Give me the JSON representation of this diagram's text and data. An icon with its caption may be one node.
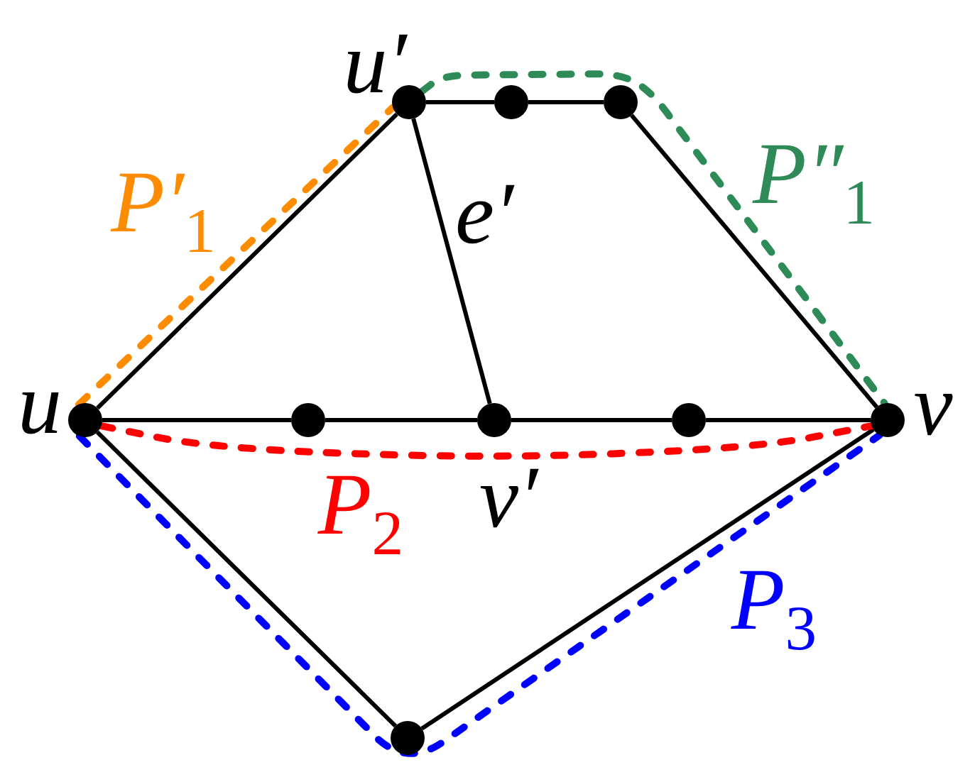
{
  "diagram": {
    "nodes": [
      {
        "text": [],
        "shape": "circle",
        "beside": [
          "u′"
        ]
      },
      {
        "text": [],
        "shape": "circle"
      },
      {
        "text": [],
        "shape": "circle"
      },
      {
        "text": [],
        "shape": "circle",
        "beside": [
          "u"
        ]
      },
      {
        "text": [],
        "shape": "circle"
      },
      {
        "text": [],
        "shape": "circle",
        "beside": [
          "v′"
        ]
      },
      {
        "text": [],
        "shape": "circle"
      },
      {
        "text": [],
        "shape": "circle",
        "beside": [
          "v"
        ]
      },
      {
        "text": [],
        "shape": "circle"
      }
    ],
    "edges": [
      {
        "from": 3,
        "to": 0,
        "arrow": "none"
      },
      {
        "from": 0,
        "to": 1,
        "arrow": "none"
      },
      {
        "from": 1,
        "to": 2,
        "arrow": "none"
      },
      {
        "from": 2,
        "to": 7,
        "arrow": "none"
      },
      {
        "from": 0,
        "to": 5,
        "arrow": "none",
        "label": "e′"
      },
      {
        "from": 3,
        "to": 4,
        "arrow": "none"
      },
      {
        "from": 4,
        "to": 5,
        "arrow": "none"
      },
      {
        "from": 5,
        "to": 6,
        "arrow": "none"
      },
      {
        "from": 6,
        "to": 7,
        "arrow": "none"
      },
      {
        "from": 3,
        "to": 8,
        "arrow": "none"
      },
      {
        "from": 8,
        "to": 7,
        "arrow": "none"
      },
      {
        "from": 3,
        "to": 0,
        "arrow": "none",
        "style": "dashed",
        "color": "#ff8c00",
        "label": "P′$_{1}$"
      },
      {
        "from": 0,
        "to": 7,
        "arrow": "none",
        "style": "dashed",
        "color": "#2e8b57",
        "label": "P″$_{1}$"
      },
      {
        "from": 3,
        "to": 7,
        "arrow": "none",
        "style": "dashed",
        "color": "#ff0000",
        "label": "P$_{2}$"
      },
      {
        "from": 3,
        "to": 7,
        "arrow": "none",
        "style": "dashed",
        "color": "#0000ff",
        "label": "P$_{3}$"
      }
    ]
  }
}
